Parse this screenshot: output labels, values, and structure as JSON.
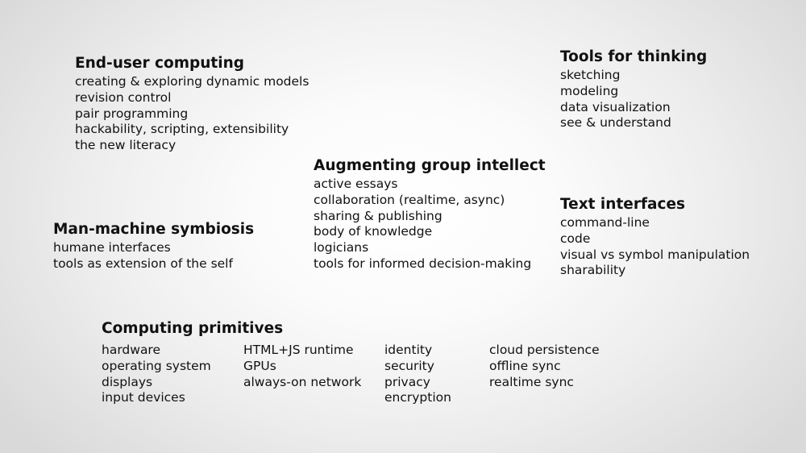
{
  "slide": {
    "end_user": {
      "heading": "End-user computing",
      "items": [
        "creating & exploring dynamic models",
        "revision control",
        "pair programming",
        "hackability, scripting, extensibility",
        "the new literacy"
      ]
    },
    "tools_thinking": {
      "heading": "Tools for thinking",
      "items": [
        "sketching",
        "modeling",
        "data visualization",
        "see & understand"
      ]
    },
    "augmenting": {
      "heading": "Augmenting group intellect",
      "items": [
        "active essays",
        "collaboration (realtime, async)",
        "sharing & publishing",
        "body of knowledge",
        "logicians",
        "tools for informed decision-making"
      ]
    },
    "text_interfaces": {
      "heading": "Text interfaces",
      "items": [
        "command-line",
        "code",
        "visual vs symbol manipulation",
        "sharability"
      ]
    },
    "symbiosis": {
      "heading": "Man-machine symbiosis",
      "items": [
        "humane interfaces",
        "tools as extension of the self"
      ]
    },
    "primitives": {
      "heading": "Computing primitives",
      "columns": [
        [
          "hardware",
          "operating system",
          "displays",
          "input devices"
        ],
        [
          "HTML+JS runtime",
          "GPUs",
          "always-on network"
        ],
        [
          "identity",
          "security",
          "privacy",
          "encryption"
        ],
        [
          "cloud persistence",
          "offline sync",
          "realtime sync"
        ]
      ]
    }
  }
}
